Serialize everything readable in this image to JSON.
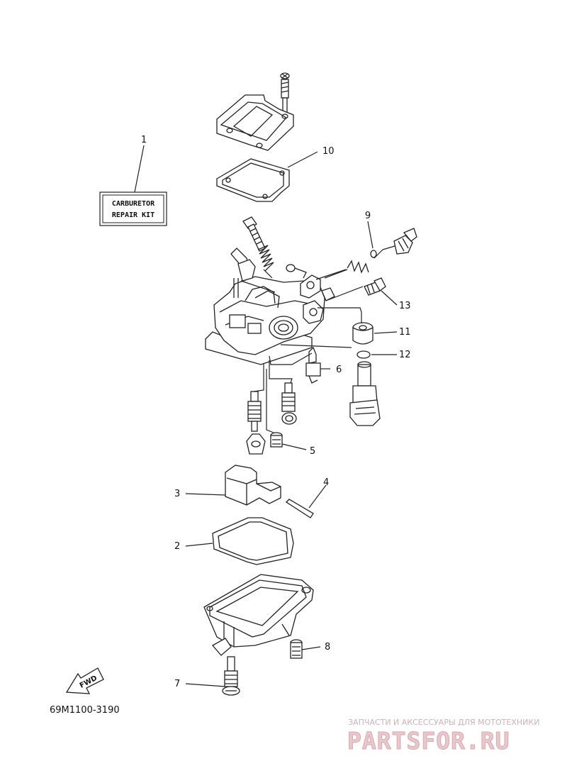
{
  "diagram_code": "69M1100-3190",
  "repair_kit": {
    "line1": "CARBURETOR",
    "line2": "REPAIR KIT"
  },
  "fwd_label": "FWD",
  "callouts": {
    "c1": "1",
    "c2": "2",
    "c3": "3",
    "c4": "4",
    "c5": "5",
    "c6": "6",
    "c7": "7",
    "c8": "8",
    "c9": "9",
    "c10": "10",
    "c11": "11",
    "c12": "12",
    "c13": "13"
  },
  "watermark": {
    "line1": "ЗАПЧАСТИ И АКСЕССУАРЫ ДЛЯ МОТОТЕХНИКИ",
    "logo": "PARTSFOR.RU"
  }
}
